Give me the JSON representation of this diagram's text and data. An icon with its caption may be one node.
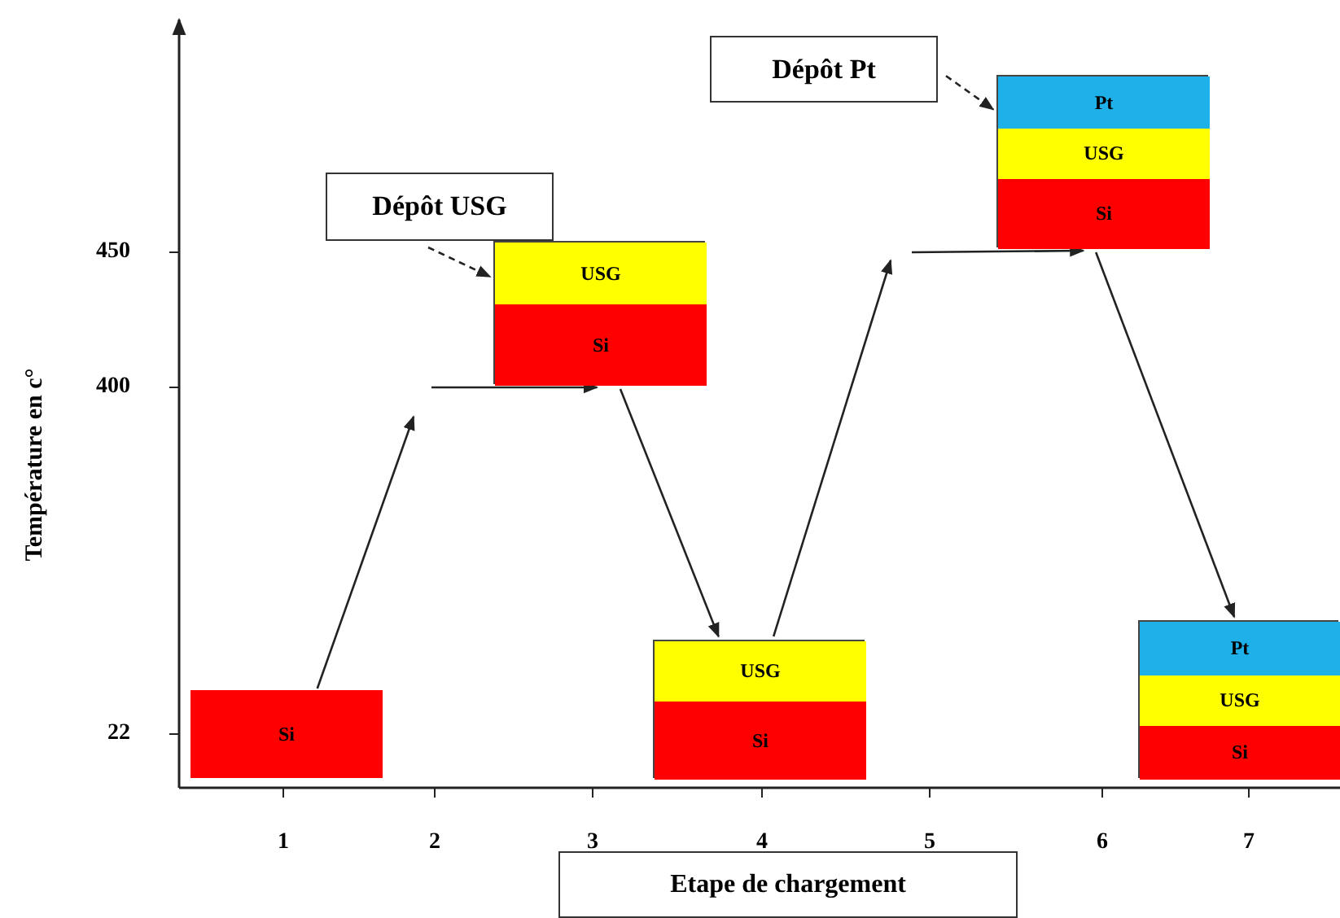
{
  "diagram": {
    "nodes": [
      {
        "text": [
          "Si"
        ]
      },
      {
        "text": [
          "Dépôt USG"
        ]
      },
      {
        "text": [],
        "shape": "box"
      },
      {
        "text": [
          "USG"
        ],
        "in": 2
      },
      {
        "text": [
          "Si"
        ],
        "in": 2
      },
      {
        "text": [],
        "shape": "box"
      },
      {
        "text": [
          "USG"
        ],
        "in": 5
      },
      {
        "text": [
          "Si"
        ],
        "in": 5
      },
      {
        "text": [
          "Dépôt Pt"
        ]
      },
      {
        "text": [],
        "shape": "box"
      },
      {
        "text": [
          "Pt"
        ],
        "in": 9
      },
      {
        "text": [
          "USG"
        ],
        "in": 9
      },
      {
        "text": [
          "Si"
        ],
        "in": 9
      },
      {
        "text": [],
        "shape": "box"
      },
      {
        "text": [
          "Pt"
        ],
        "in": 13
      },
      {
        "text": [
          "USG"
        ],
        "in": 13
      },
      {
        "text": [
          "Si"
        ],
        "in": 13
      },
      {
        "text": [
          "Etape de chargement"
        ]
      }
    ],
    "edges": [
      {
        "from": 0,
        "to": null,
        "arrow": "to"
      },
      {
        "from": null,
        "to": 2,
        "arrow": "to"
      },
      {
        "from": 2,
        "to": 5,
        "arrow": "to"
      },
      {
        "from": 5,
        "to": null,
        "arrow": "to"
      },
      {
        "from": null,
        "to": 9,
        "arrow": "to"
      },
      {
        "from": 9,
        "to": 13,
        "arrow": "to"
      },
      {
        "from": 1,
        "to": 2,
        "arrow": "to",
        "style": "dashed"
      },
      {
        "from": 8,
        "to": 9,
        "arrow": "to",
        "style": "dashed"
      }
    ],
    "labels": [
      "Température en c°",
      "450",
      "400",
      "22",
      "1",
      "2",
      "3",
      "4",
      "5",
      "6",
      "7"
    ]
  }
}
